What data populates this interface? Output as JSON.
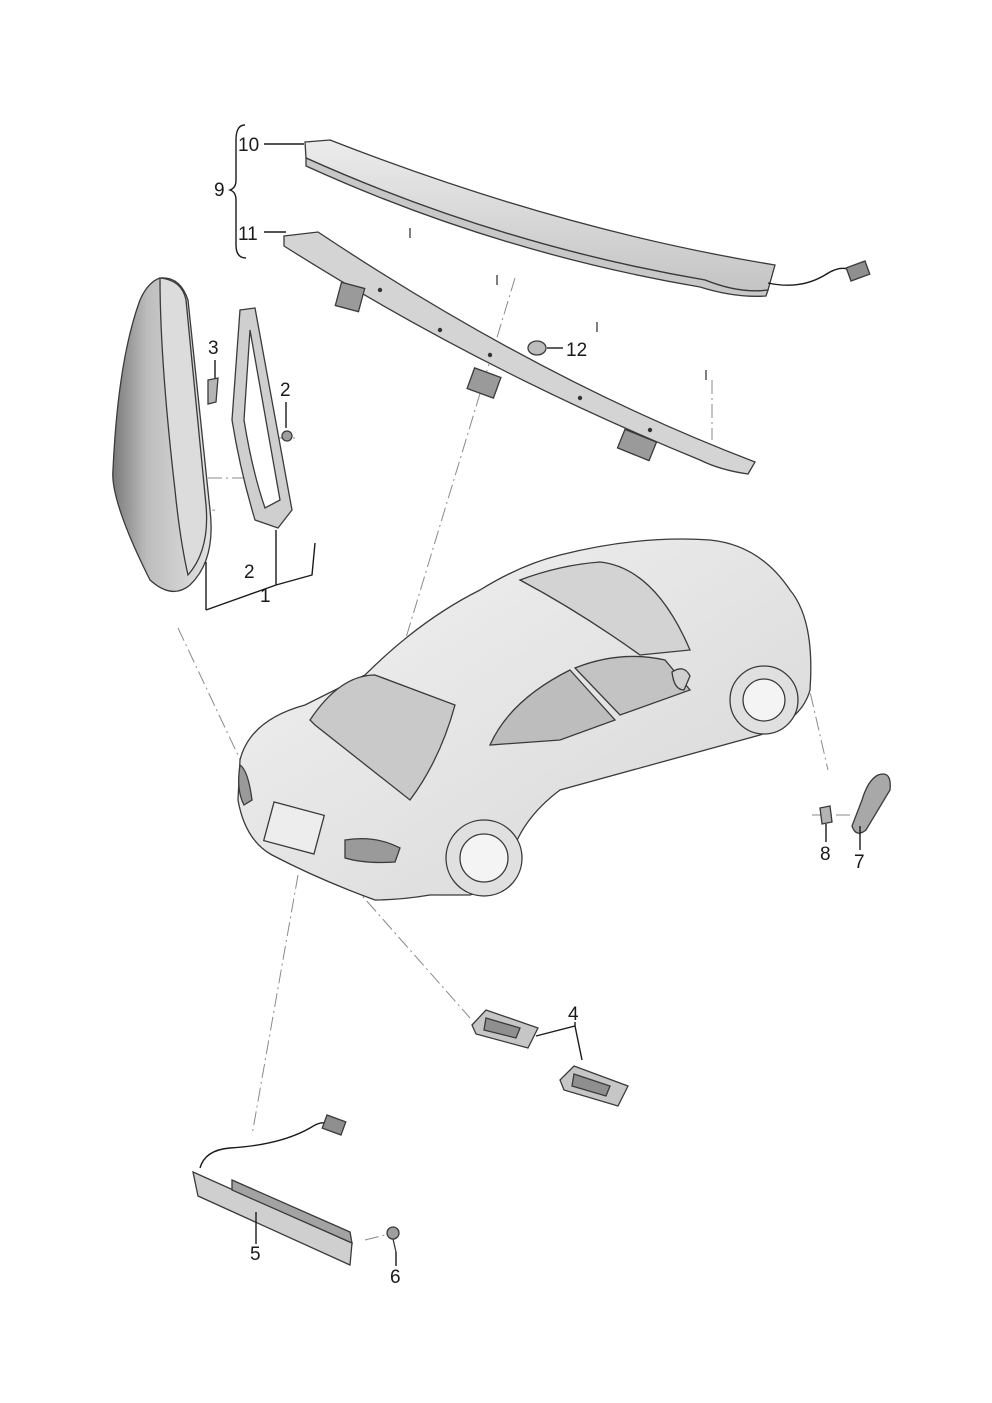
{
  "diagram": {
    "callouts": {
      "c1": "1",
      "c2a": "2",
      "c2b": "2",
      "c3": "3",
      "c4": "4",
      "c5": "5",
      "c6": "6",
      "c7": "7",
      "c8": "8",
      "c9": "9",
      "c10": "10",
      "c11": "11",
      "c12": "12"
    },
    "colors": {
      "line": "#1a1a1a",
      "part_fill": "#d9d9d9",
      "part_dark": "#9c9c9c",
      "car_fill": "#e6e6e6",
      "leader_dash": "#8a8a8a"
    }
  }
}
